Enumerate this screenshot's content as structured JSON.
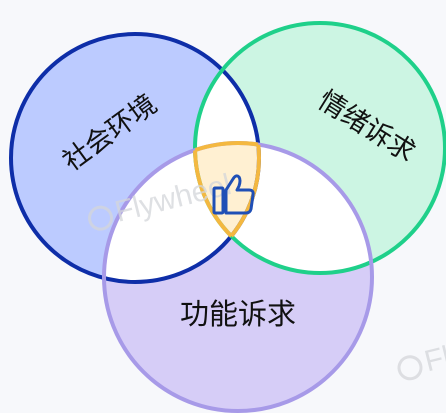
{
  "diagram": {
    "circles": [
      {
        "id": "social",
        "label": "社会环境",
        "fill": "#bccbff",
        "stroke": "#0e2ea8"
      },
      {
        "id": "emotional",
        "label": "情绪诉求",
        "fill": "#ccf5e3",
        "stroke": "#1fd08a"
      },
      {
        "id": "functional",
        "label": "功能诉求",
        "fill": "#d6cdf7",
        "stroke": "#a79ae8"
      }
    ],
    "center": {
      "icon": "thumbs-up-icon",
      "fill": "#fff0d2",
      "stroke": "#f4b840",
      "icon_color": "#1f4fb6"
    },
    "watermark": {
      "text": "Flywheel",
      "corner_text": "Fly"
    }
  }
}
